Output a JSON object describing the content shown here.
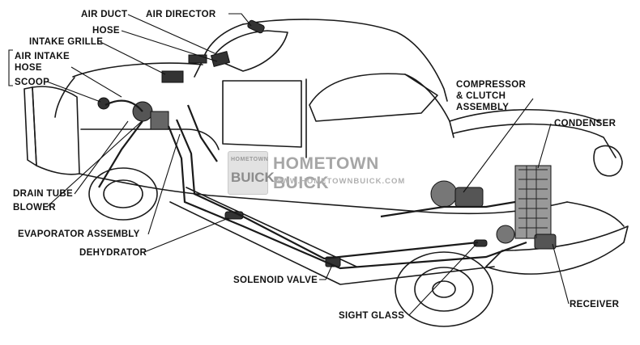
{
  "labels": {
    "air_duct": "AIR DUCT",
    "air_director": "AIR DIRECTOR",
    "hose": "HOSE",
    "intake_grille": "INTAKE GRILLE",
    "air_intake": "AIR INTAKE",
    "air_intake_hose": "HOSE",
    "scoop": "SCOOP",
    "drain_tube": "DRAIN TUBE",
    "blower": "BLOWER",
    "evaporator_assembly": "EVAPORATOR ASSEMBLY",
    "dehydrator": "DEHYDRATOR",
    "solenoid_valve": "SOLENOID VALVE",
    "sight_glass": "SIGHT GLASS",
    "compressor_line1": "COMPRESSOR",
    "compressor_line2": "& CLUTCH",
    "compressor_line3": "ASSEMBLY",
    "condenser": "CONDENSER",
    "receiver": "RECEIVER"
  },
  "watermark": {
    "badge_top": "HOMETOWN",
    "badge_main": "BUICK",
    "title": "HOMETOWN BUICK",
    "url": "WWW.HOMETOWNBUICK.COM"
  }
}
